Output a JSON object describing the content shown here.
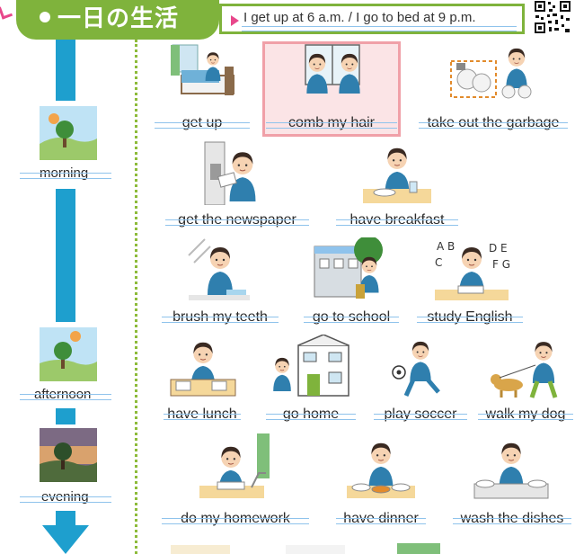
{
  "header": {
    "title": "一日の生活",
    "subtitle": "I get up at 6 a.m. / I go to bed at 9 p.m."
  },
  "colors": {
    "accent_green": "#7fb33c",
    "timeline_blue": "#1e9fce",
    "highlight_pink": "#f0a0a8",
    "marker_pink": "#e8478b",
    "writing_line_blue": "#8fc3ec"
  },
  "timeline": [
    {
      "label": "morning",
      "icon": "morning-landscape-icon"
    },
    {
      "label": "afternoon",
      "icon": "afternoon-landscape-icon"
    },
    {
      "label": "evening",
      "icon": "evening-landscape-icon"
    }
  ],
  "activities": [
    {
      "label": "get up",
      "icon": "get-up-icon"
    },
    {
      "label": "comb my hair",
      "icon": "comb-hair-icon",
      "selected": true
    },
    {
      "label": "take out the garbage",
      "icon": "garbage-icon"
    },
    {
      "label": "get the newspaper",
      "icon": "newspaper-icon"
    },
    {
      "label": "have breakfast",
      "icon": "breakfast-icon"
    },
    {
      "label": "brush my teeth",
      "icon": "brush-teeth-icon"
    },
    {
      "label": "go to school",
      "icon": "school-icon"
    },
    {
      "label": "study English",
      "icon": "study-english-icon"
    },
    {
      "label": "have lunch",
      "icon": "lunch-icon"
    },
    {
      "label": "go home",
      "icon": "go-home-icon"
    },
    {
      "label": "play soccer",
      "icon": "soccer-icon"
    },
    {
      "label": "walk my dog",
      "icon": "walk-dog-icon"
    },
    {
      "label": "do my homework",
      "icon": "homework-icon"
    },
    {
      "label": "have dinner",
      "icon": "dinner-icon"
    },
    {
      "label": "wash the dishes",
      "icon": "wash-dishes-icon"
    }
  ]
}
